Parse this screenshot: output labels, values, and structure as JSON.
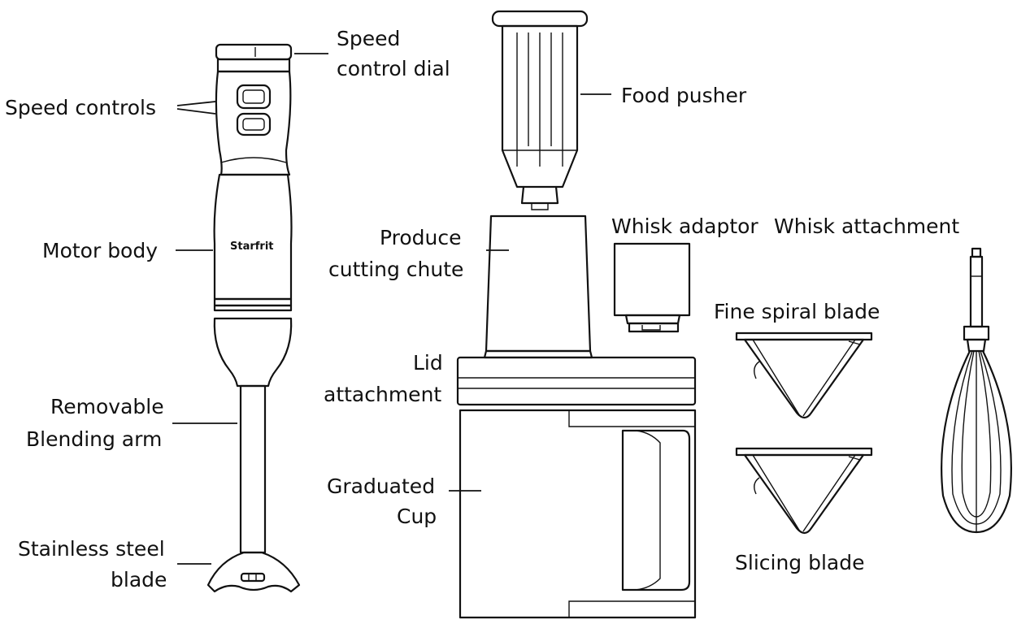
{
  "diagram": {
    "labels": {
      "speed_control_dial": [
        "Speed",
        "control dial"
      ],
      "speed_controls": "Speed controls",
      "motor_body": "Motor body",
      "removable_blending_arm": [
        "Removable",
        "Blending arm"
      ],
      "stainless_steel_blade": [
        "Stainless steel",
        "blade"
      ],
      "food_pusher": "Food pusher",
      "produce_cutting_chute": [
        "Produce",
        "cutting chute"
      ],
      "whisk_adaptor": "Whisk adaptor",
      "whisk_attachment": "Whisk attachment",
      "fine_spiral_blade": "Fine spiral blade",
      "lid_attachment": [
        "Lid",
        "attachment"
      ],
      "graduated_cup": [
        "Graduated",
        "Cup"
      ],
      "slicing_blade": "Slicing blade"
    },
    "brand_logo": "Starfrit",
    "colors": {
      "line": "#111111",
      "background": "#ffffff"
    }
  }
}
